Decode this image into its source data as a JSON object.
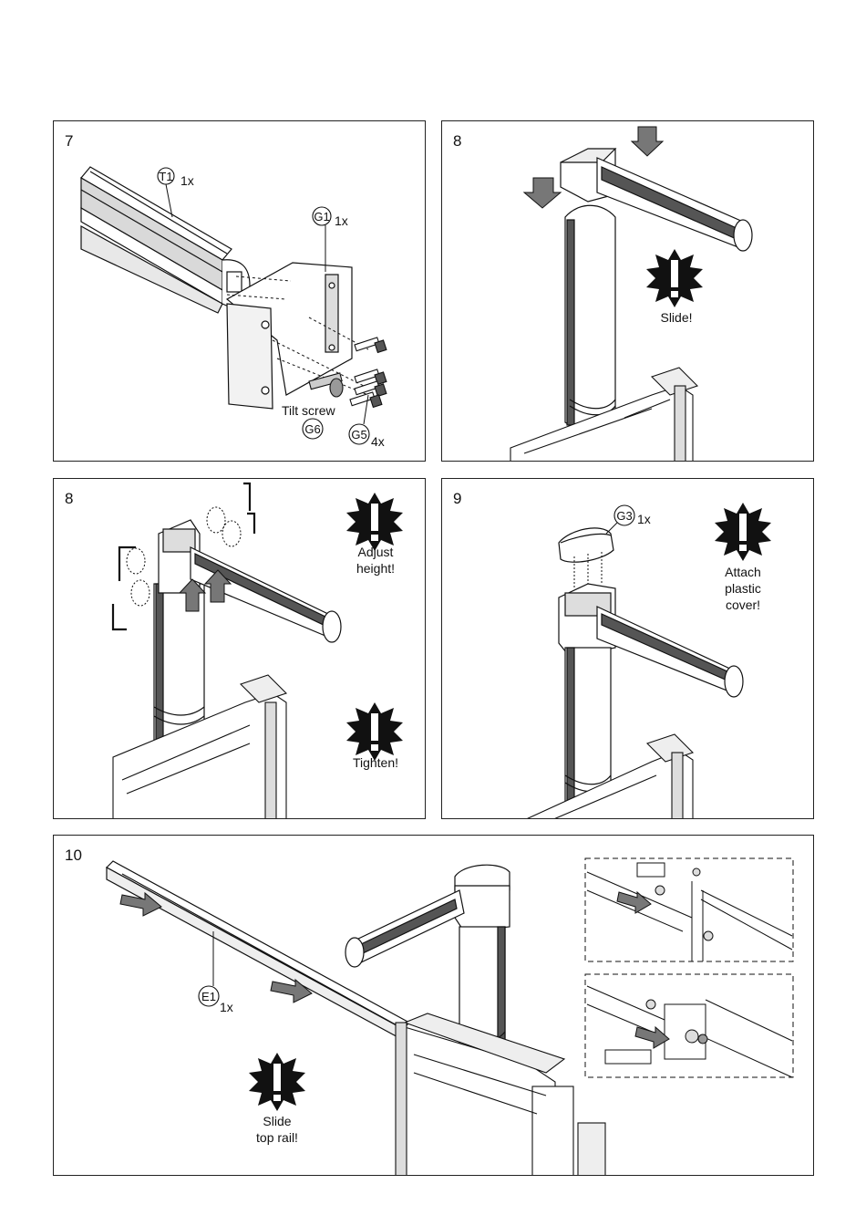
{
  "panels": [
    {
      "step": "7",
      "callouts": [
        {
          "part": "T1",
          "qty": "1x"
        },
        {
          "part": "G1",
          "qty": "1x"
        },
        {
          "part": "G6",
          "qty": ""
        },
        {
          "part": "G5",
          "qty": "4x"
        }
      ],
      "labels": [
        "Tilt screw"
      ]
    },
    {
      "step": "8",
      "warnings": [
        [
          "Slide!"
        ]
      ]
    },
    {
      "step": "8",
      "warnings": [
        [
          "Adjust",
          "height!"
        ],
        [
          "Tighten!"
        ]
      ]
    },
    {
      "step": "9",
      "callouts": [
        {
          "part": "G3",
          "qty": "1x"
        }
      ],
      "warnings": [
        [
          "Attach",
          "plastic",
          "cover!"
        ]
      ]
    },
    {
      "step": "10",
      "callouts": [
        {
          "part": "E1",
          "qty": "1x"
        }
      ],
      "warnings": [
        [
          "Slide",
          "top rail!"
        ]
      ]
    }
  ]
}
